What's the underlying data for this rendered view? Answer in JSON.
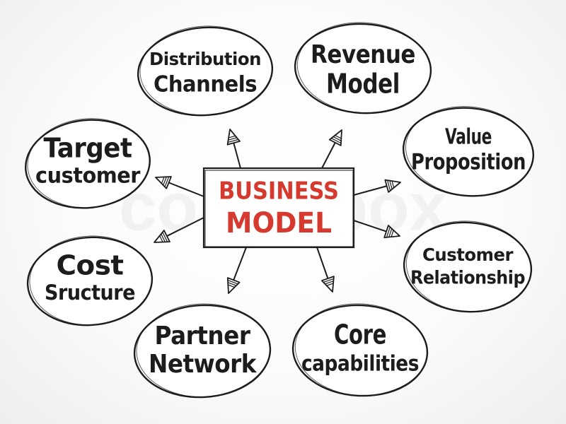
{
  "center": {
    "lines": [
      "BUSINESS",
      "MODEL"
    ],
    "color": "#d63a2e"
  },
  "nodes": [
    {
      "id": "distribution-channels",
      "lines": [
        "Distribution",
        "Channels"
      ]
    },
    {
      "id": "revenue-model",
      "lines": [
        "Revenue",
        "Model"
      ]
    },
    {
      "id": "target-customer",
      "lines": [
        "Target",
        "customer"
      ]
    },
    {
      "id": "value-proposition",
      "lines": [
        "Value",
        "Proposition"
      ]
    },
    {
      "id": "cost-structure",
      "lines": [
        "Cost",
        "Sructure"
      ]
    },
    {
      "id": "customer-relationship",
      "lines": [
        "Customer",
        "Relationship"
      ]
    },
    {
      "id": "partner-network",
      "lines": [
        "Partner",
        "Network"
      ]
    },
    {
      "id": "core-capabilities",
      "lines": [
        "Core",
        "capabilities"
      ]
    }
  ],
  "watermark": "colourbox",
  "colors": {
    "ink": "#1c1c1c",
    "accent": "#d63a2e"
  }
}
